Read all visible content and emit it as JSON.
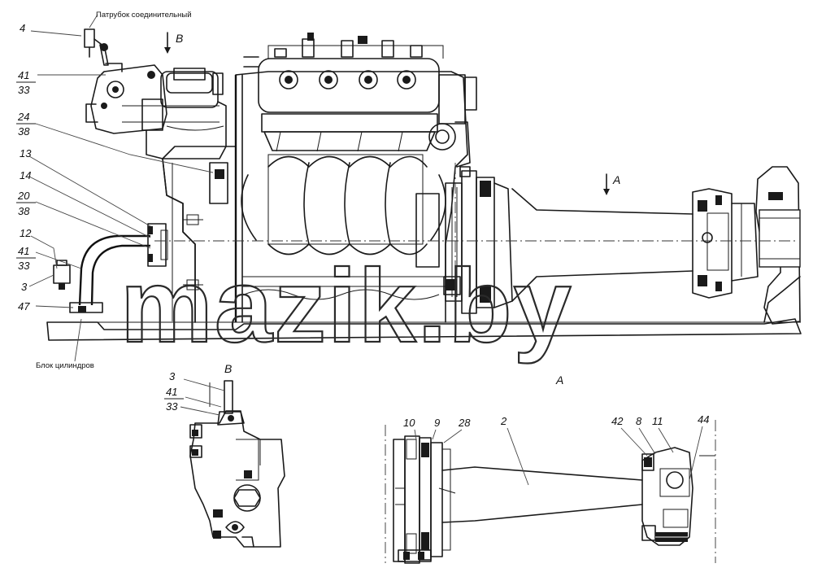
{
  "captions": {
    "pipe": "Патрубок соединительный",
    "block": "Блок цилиндров"
  },
  "watermark": "mazik.by",
  "views": {
    "view_b_arrow": "В",
    "view_a_arrow": "А",
    "view_b_title": "В",
    "view_a_title": "А"
  },
  "callouts_main": {
    "c4": "4",
    "c41a": "41",
    "c33a": "33",
    "c24": "24",
    "c38a": "38",
    "c13": "13",
    "c14": "14",
    "c20": "20",
    "c38b": "38",
    "c12": "12",
    "c41b": "41",
    "c33b": "33",
    "c3": "3",
    "c47": "47"
  },
  "callouts_view_b": {
    "c3": "3",
    "c41": "41",
    "c33": "33"
  },
  "callouts_view_a": {
    "c10": "10",
    "c9": "9",
    "c28": "28",
    "c2": "2",
    "c42": "42",
    "c8": "8",
    "c11": "11",
    "c44": "44"
  }
}
